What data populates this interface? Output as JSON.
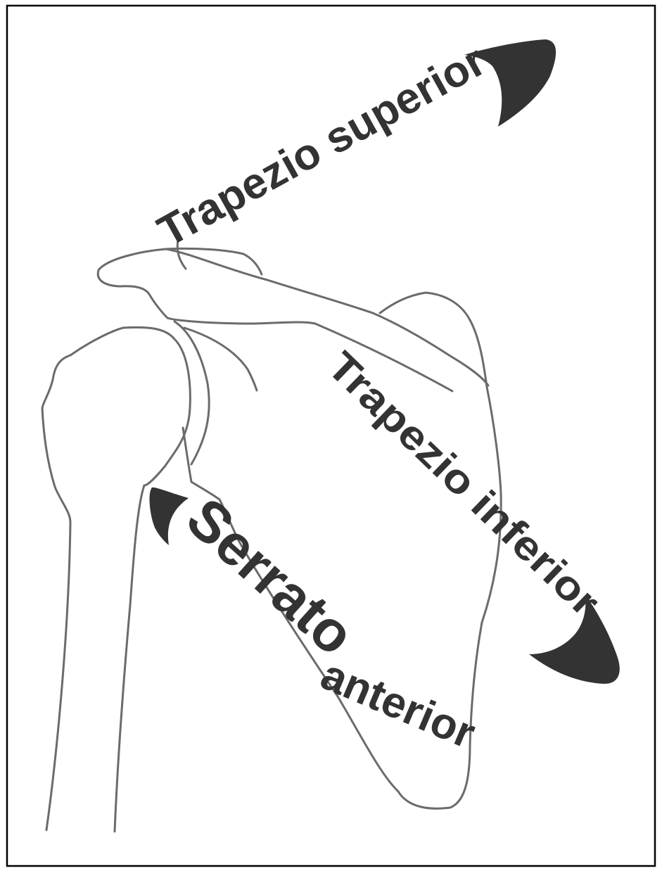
{
  "labels": {
    "upper_trapezius": "Trapezio superior",
    "lower_trapezius": "Trapezio inferior",
    "serratus_word1": "Serrato",
    "serratus_word2": "anterior"
  },
  "colors": {
    "outline": "#6b6b6b",
    "arrow_fill": "#333333",
    "text": "#333333",
    "frame": "#000000",
    "background": "#ffffff"
  }
}
